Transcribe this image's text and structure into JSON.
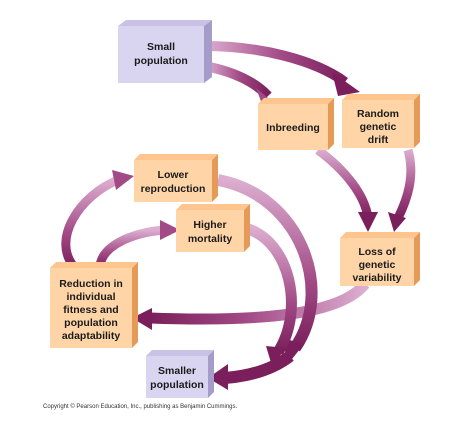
{
  "nodes": {
    "small_population": {
      "lines": [
        "Small",
        "population"
      ]
    },
    "inbreeding": {
      "lines": [
        "Inbreeding"
      ]
    },
    "random_drift": {
      "lines": [
        "Random",
        "genetic",
        "drift"
      ]
    },
    "lower_reproduction": {
      "lines": [
        "Lower",
        "reproduction"
      ]
    },
    "higher_mortality": {
      "lines": [
        "Higher",
        "mortality"
      ]
    },
    "loss_variability": {
      "lines": [
        "Loss of",
        "genetic",
        "variability"
      ]
    },
    "reduction_fitness": {
      "lines": [
        "Reduction in",
        "individual",
        "fitness and",
        "population",
        "adaptability"
      ]
    },
    "smaller_population": {
      "lines": [
        "Smaller",
        "population"
      ]
    }
  },
  "colors": {
    "arrow_dark": "#7a1f5c",
    "arrow_light": "#d8a3c6",
    "box_lavender": "#d9d4f0",
    "box_peach": "#ffd5a8"
  },
  "copyright": "Copyright © Pearson Education, Inc., publishing as Benjamin Cummings."
}
